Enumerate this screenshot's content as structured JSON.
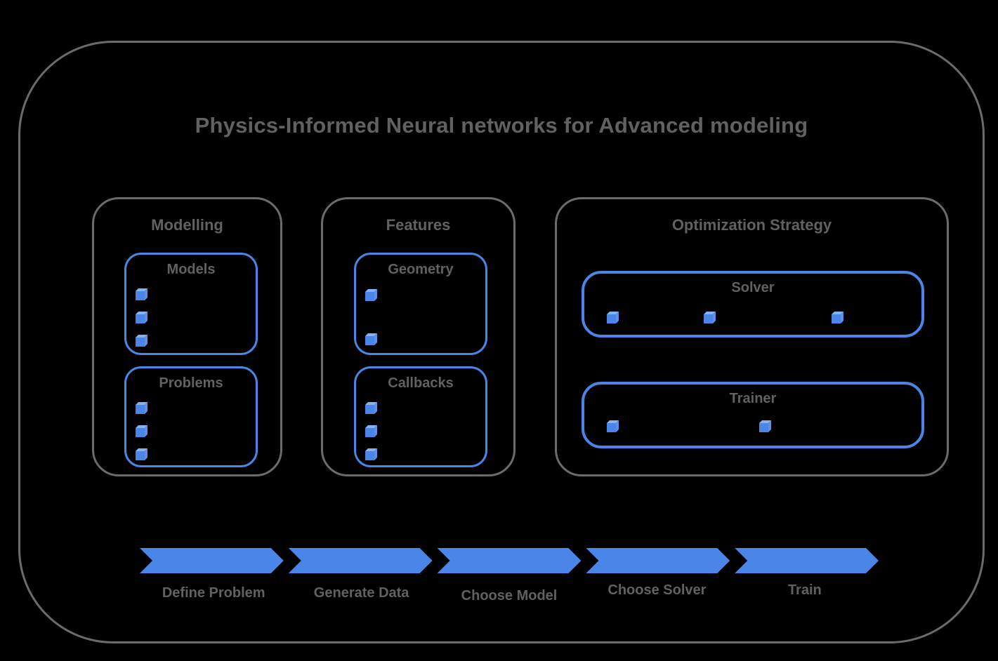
{
  "title": "Physics-Informed Neural networks for Advanced modeling",
  "colors": {
    "background": "#000000",
    "frame_gray": "#6b6b6b",
    "text_gray": "#616161",
    "accent_blue": "#4a86e8",
    "cube_front": "#4a86e8",
    "cube_top": "#87b1f3",
    "cube_side": "#5d90e8"
  },
  "groups": [
    {
      "label": "Modelling",
      "boxes": [
        {
          "label": "Models",
          "bullet_count": 3
        },
        {
          "label": "Problems",
          "bullet_count": 3
        }
      ]
    },
    {
      "label": "Features",
      "boxes": [
        {
          "label": "Geometry",
          "bullet_count": 2
        },
        {
          "label": "Callbacks",
          "bullet_count": 3
        }
      ]
    },
    {
      "label": "Optimization Strategy",
      "boxes": [
        {
          "label": "Solver",
          "bullet_count": 3
        },
        {
          "label": "Trainer",
          "bullet_count": 2
        }
      ]
    }
  ],
  "flow": {
    "steps": [
      {
        "label": "Define Problem"
      },
      {
        "label": "Generate Data"
      },
      {
        "label": "Choose Model"
      },
      {
        "label": "Choose Solver"
      },
      {
        "label": "Train"
      }
    ]
  }
}
